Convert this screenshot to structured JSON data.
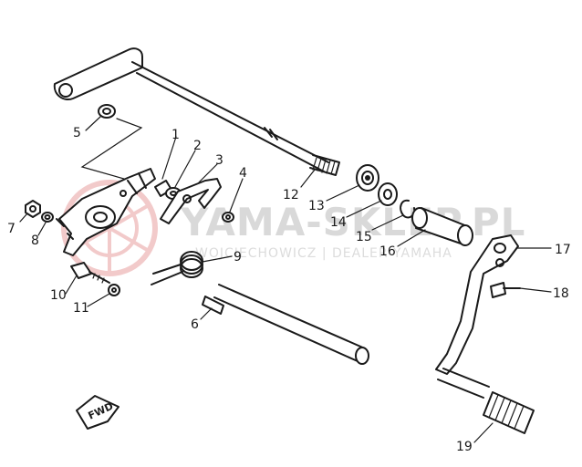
{
  "watermark": {
    "brand": "YAMA-SKLEP.PL",
    "dealer": "WOJCIECHOWICZ | DEALER YAMAHA"
  },
  "fwd_label": "FWD",
  "callouts": [
    {
      "id": "1",
      "label": "1"
    },
    {
      "id": "2",
      "label": "2"
    },
    {
      "id": "3",
      "label": "3"
    },
    {
      "id": "4",
      "label": "4"
    },
    {
      "id": "5",
      "label": "5"
    },
    {
      "id": "6",
      "label": "6"
    },
    {
      "id": "7",
      "label": "7"
    },
    {
      "id": "8",
      "label": "8"
    },
    {
      "id": "9",
      "label": "9"
    },
    {
      "id": "10",
      "label": "10"
    },
    {
      "id": "11",
      "label": "11"
    },
    {
      "id": "12",
      "label": "12"
    },
    {
      "id": "13",
      "label": "13"
    },
    {
      "id": "14",
      "label": "14"
    },
    {
      "id": "15",
      "label": "15"
    },
    {
      "id": "16",
      "label": "16"
    },
    {
      "id": "17",
      "label": "17"
    },
    {
      "id": "18",
      "label": "18"
    },
    {
      "id": "19",
      "label": "19"
    }
  ],
  "colors": {
    "line": "#1a1a1a",
    "background": "#ffffff",
    "watermark_red": "#e8a0a0",
    "watermark_gray": "#d9d9d9"
  }
}
